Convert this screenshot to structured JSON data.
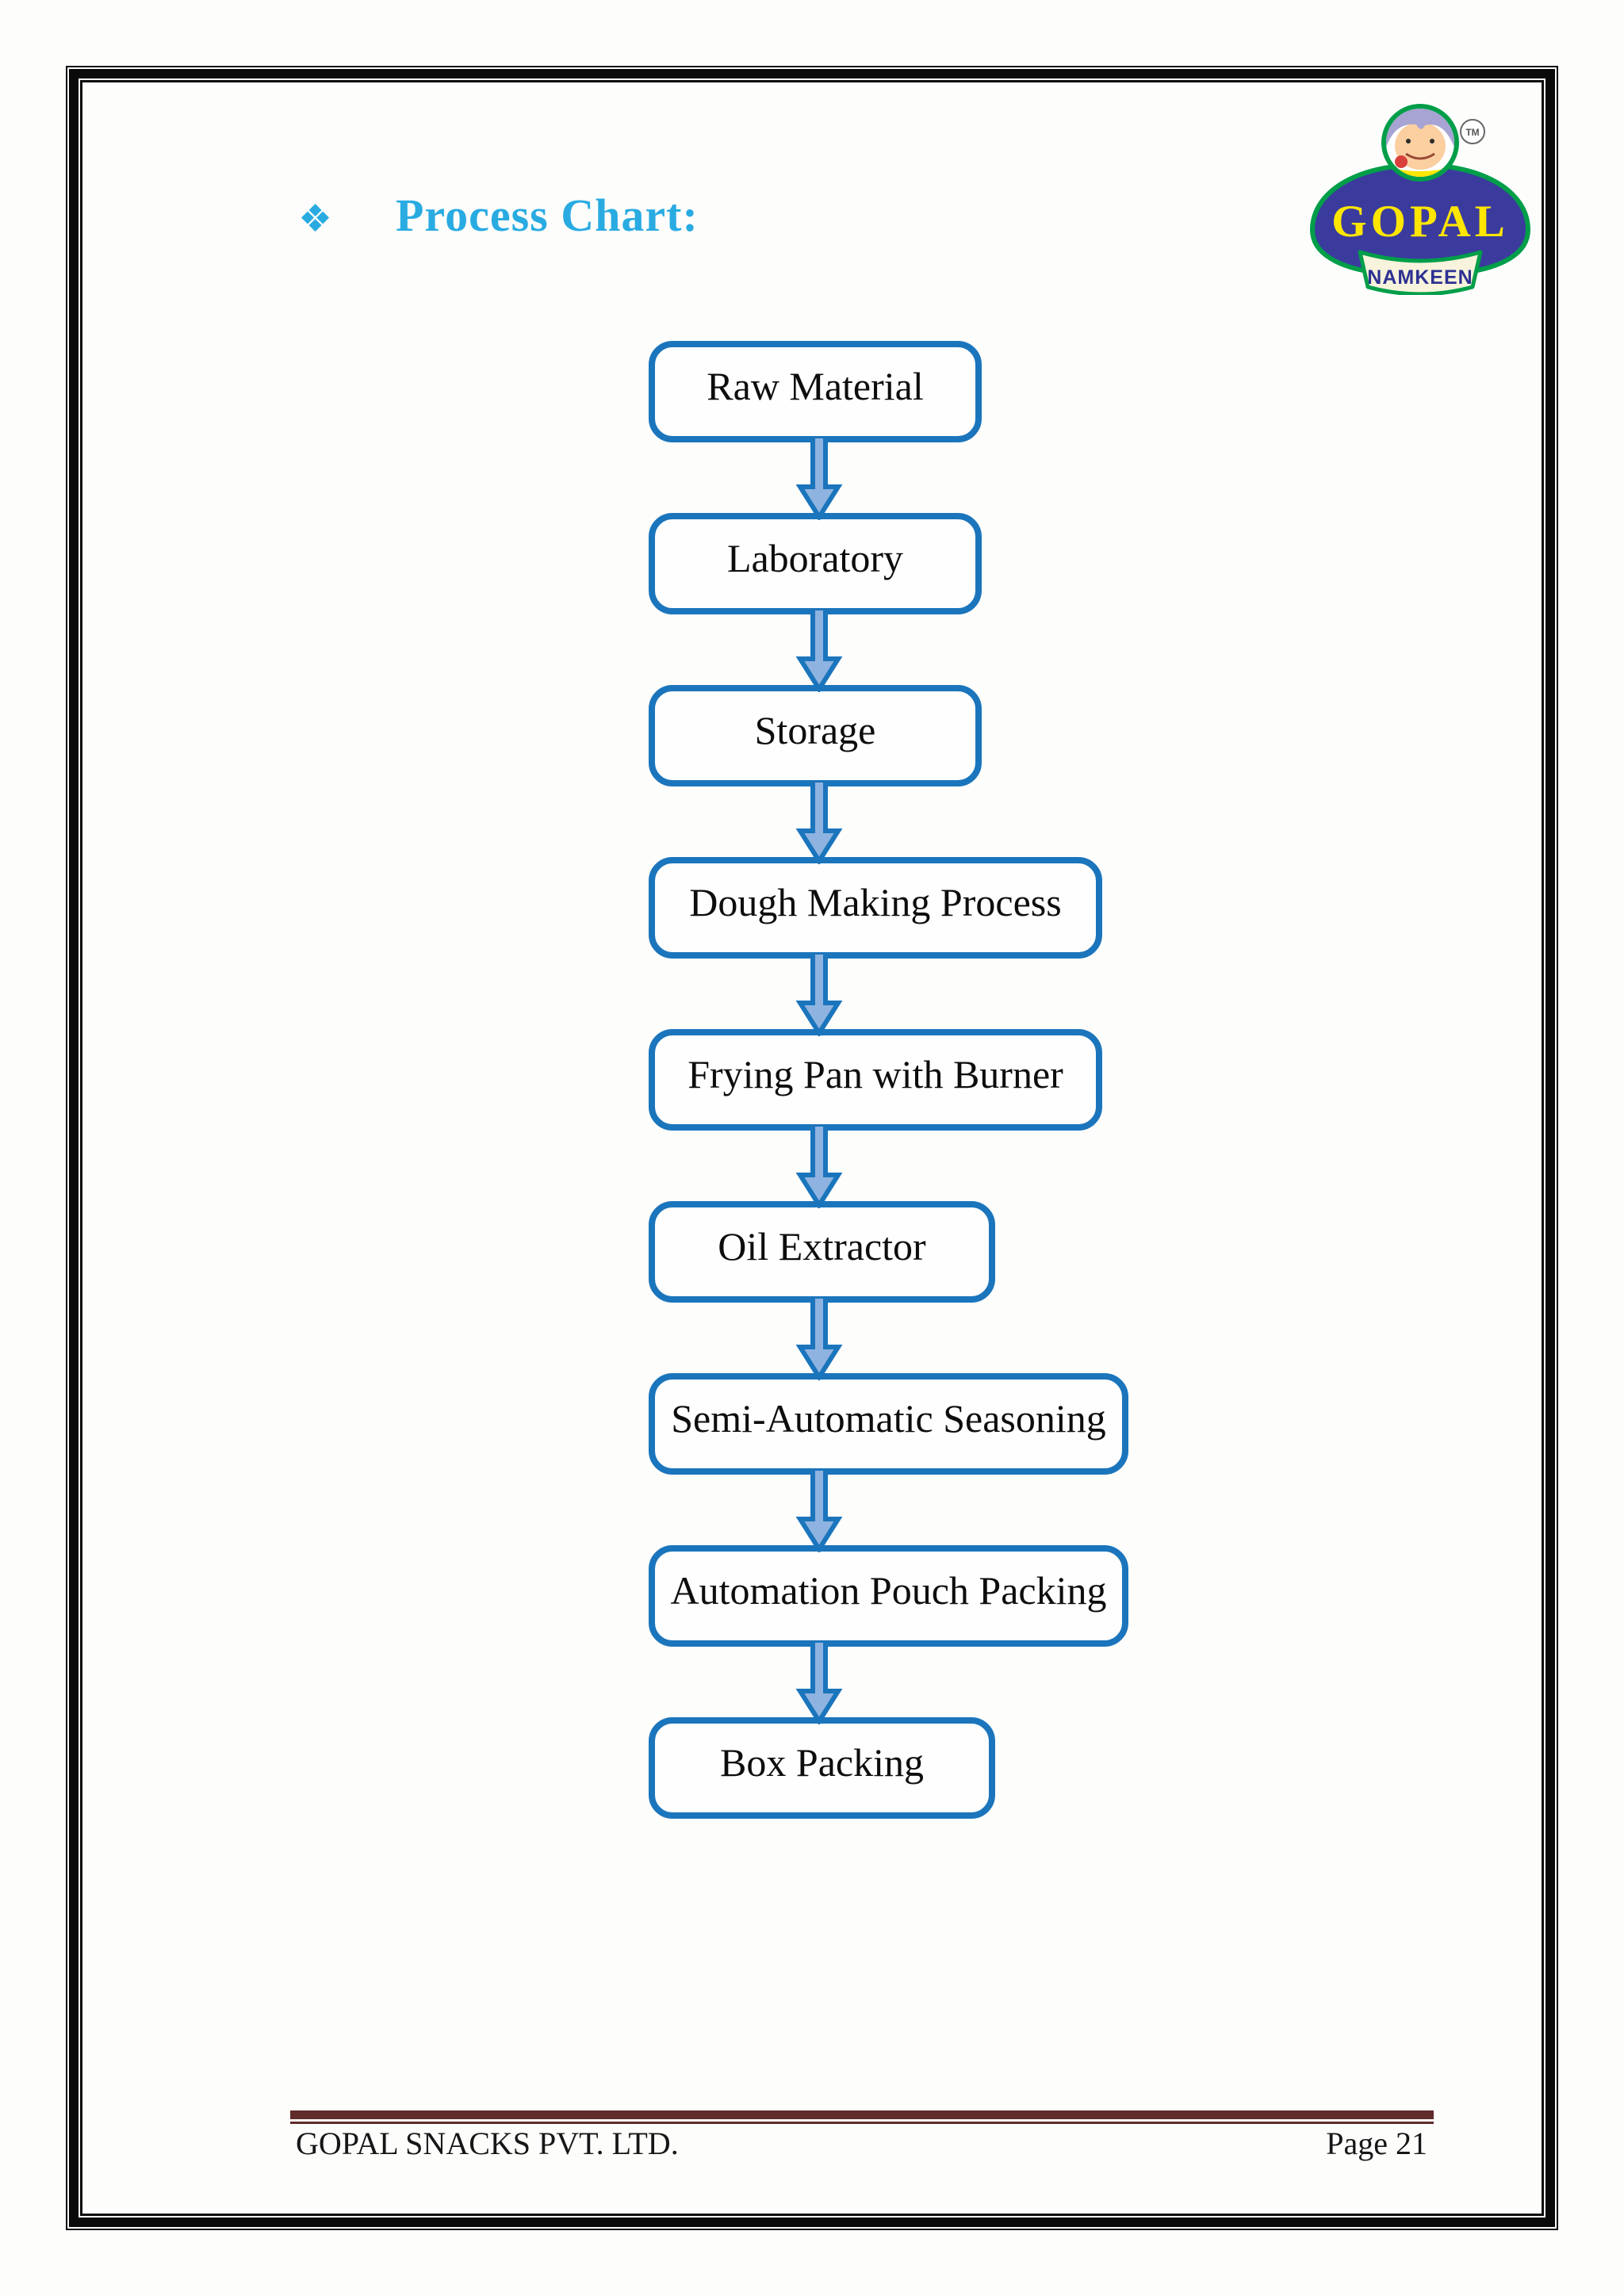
{
  "title": {
    "bullet": "❖",
    "text": "Process Chart:"
  },
  "logo": {
    "brand": "GOPAL",
    "tagline": "NAMKEEN",
    "trademark": "TM"
  },
  "flowchart": {
    "steps": [
      {
        "label": "Raw Material"
      },
      {
        "label": "Laboratory"
      },
      {
        "label": "Storage"
      },
      {
        "label": "Dough Making Process"
      },
      {
        "label": "Frying Pan with Burner"
      },
      {
        "label": "Oil Extractor"
      },
      {
        "label": "Semi-Automatic Seasoning"
      },
      {
        "label": "Automation Pouch Packing"
      },
      {
        "label": "Box Packing"
      }
    ]
  },
  "footer": {
    "company": "GOPAL SNACKS PVT. LTD.",
    "page_number": "Page 21"
  },
  "colors": {
    "title_accent": "#29ABE2",
    "box_border_blue": "#1B75BC",
    "arrow_fill": "#8FB3E0",
    "footer_rule_maroon": "#5F2B2B",
    "logo_navy": "#3B3B9E",
    "logo_green": "#009E49",
    "logo_yellow": "#FFE600"
  }
}
